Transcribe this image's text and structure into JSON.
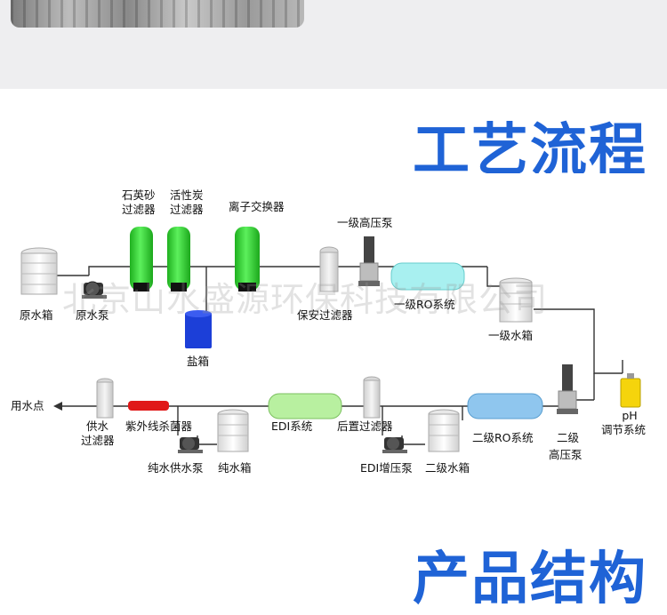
{
  "heading": "工艺流程",
  "next_heading": "产品结构",
  "watermark": "北京山水盛源环保科技有限公司",
  "labels": {
    "raw_tank": "原水箱",
    "raw_pump": "原水泵",
    "quartz_1": "石英砂",
    "quartz_2": "过滤器",
    "carbon_1": "活性炭",
    "carbon_2": "过滤器",
    "ion_exchanger": "离子交换器",
    "salt_tank": "盐箱",
    "security_filter": "保安过滤器",
    "hp_pump_1": "一级高压泵",
    "ro_1": "一级RO系统",
    "tank_1": "一级水箱",
    "ph_1": "pH",
    "ph_2": "调节系统",
    "hp_pump_2_a": "二级",
    "hp_pump_2_b": "高压泵",
    "ro_2": "二级RO系统",
    "tank_2": "二级水箱",
    "edi_pump": "EDI增压泵",
    "post_filter": "后置过滤器",
    "edi": "EDI系统",
    "pure_tank": "纯水箱",
    "pure_pump": "纯水供水泵",
    "uv": "紫外线杀菌器",
    "supply_filter_1": "供水",
    "supply_filter_2": "过滤器",
    "point_of_use": "用水点"
  },
  "colors": {
    "heading": "#1f63d6",
    "filter_green": "#2cd12c",
    "salt_blue": "#1c3fd8",
    "ro1_cyan": "#a8f0f0",
    "ro2_blue": "#8fc6ee",
    "edi_green": "#b8f0a0",
    "uv_red": "#e01818",
    "ph_yellow": "#f5d40c"
  }
}
